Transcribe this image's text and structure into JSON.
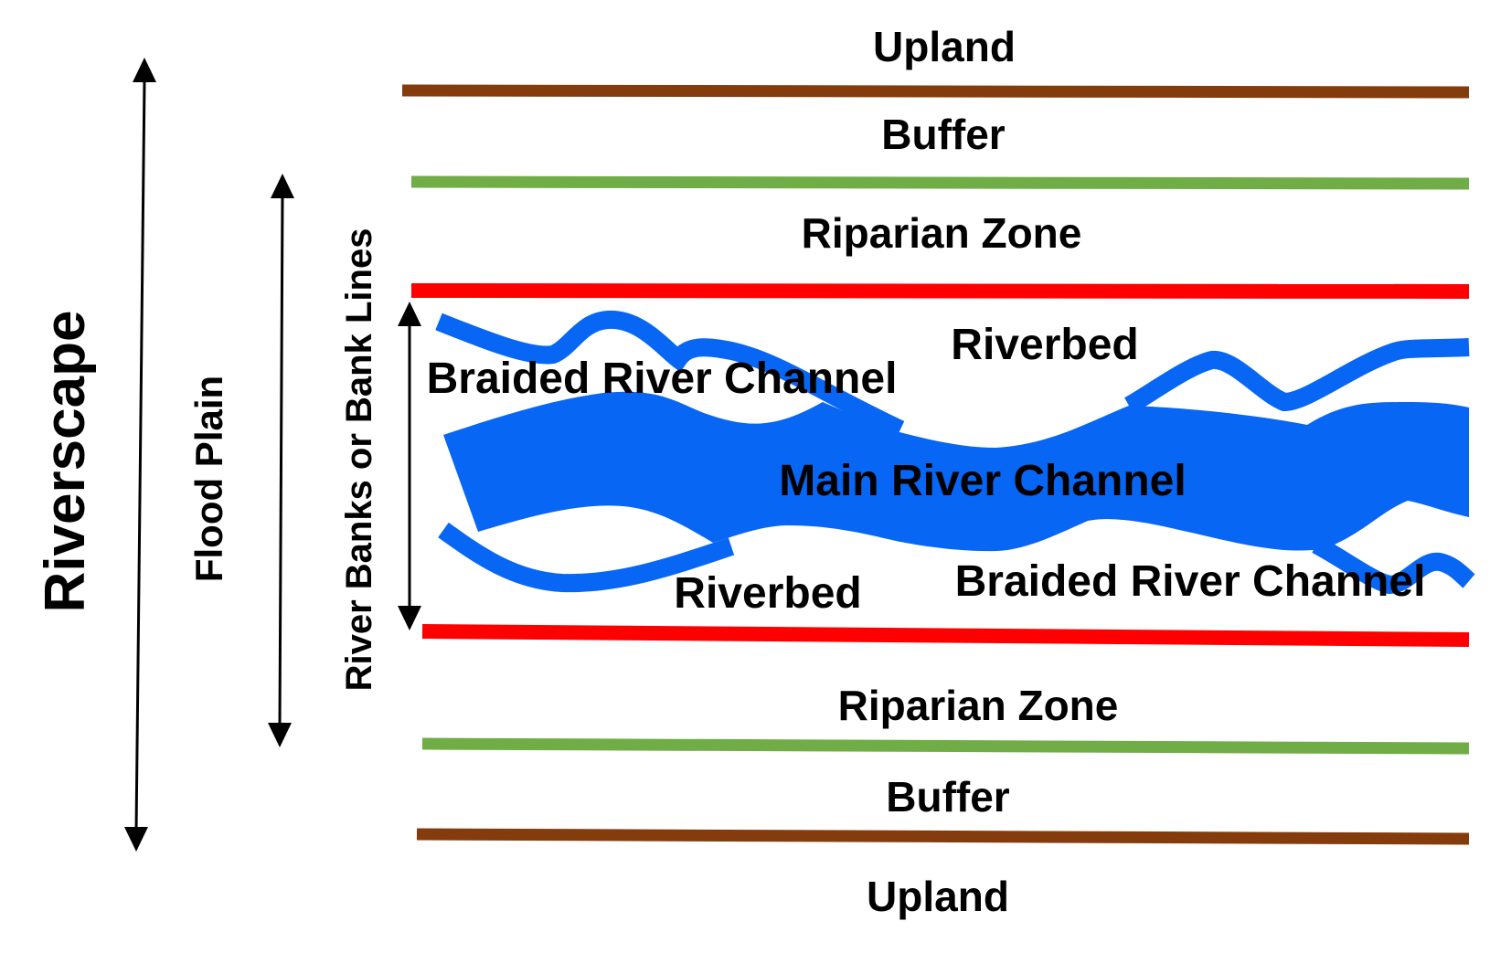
{
  "title": "Riverscape zones diagram",
  "colors": {
    "upland_boundary": "#843C0C",
    "buffer_boundary": "#70AD47",
    "bank_line": "#FF0000",
    "water": "#0866F5",
    "text": "#000000"
  },
  "zones_top": {
    "upland": "Upland",
    "buffer": "Buffer",
    "riparian": "Riparian Zone"
  },
  "zones_bottom": {
    "riparian": "Riparian Zone",
    "buffer": "Buffer",
    "upland": "Upland"
  },
  "river": {
    "riverbed_top": "Riverbed",
    "braided_top": "Braided River Channel",
    "main_channel": "Main River Channel",
    "riverbed_bottom": "Riverbed",
    "braided_bottom": "Braided River Channel"
  },
  "extents": {
    "riverscape": "Riverscape",
    "flood_plain": "Flood Plain",
    "river_banks": "River Banks or Bank Lines"
  },
  "boundary_lines": [
    {
      "name": "upland-buffer-boundary-top",
      "color_key": "upland_boundary"
    },
    {
      "name": "buffer-riparian-boundary-top",
      "color_key": "buffer_boundary"
    },
    {
      "name": "bank-line-top",
      "color_key": "bank_line"
    },
    {
      "name": "bank-line-bottom",
      "color_key": "bank_line"
    },
    {
      "name": "buffer-riparian-boundary-bottom",
      "color_key": "buffer_boundary"
    },
    {
      "name": "upland-buffer-boundary-bottom",
      "color_key": "upland_boundary"
    }
  ]
}
